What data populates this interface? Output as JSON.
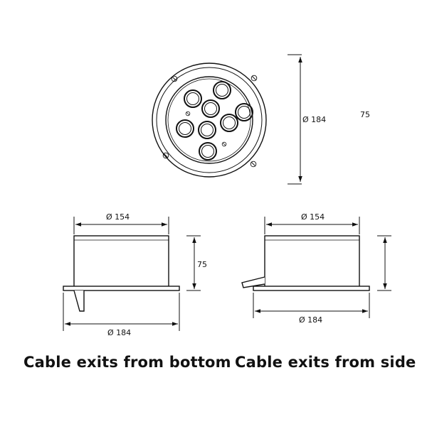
{
  "diagram": {
    "top_view": {
      "diameter_label": "Ø 184",
      "height_label": "75"
    },
    "bottom_exit_view": {
      "top_diameter_label": "Ø 154",
      "height_label": "75",
      "flange_diameter_label": "Ø 184",
      "caption": "Cable exits from bottom"
    },
    "side_exit_view": {
      "top_diameter_label": "Ø 154",
      "flange_diameter_label": "Ø 184",
      "caption": "Cable exits from side"
    }
  }
}
